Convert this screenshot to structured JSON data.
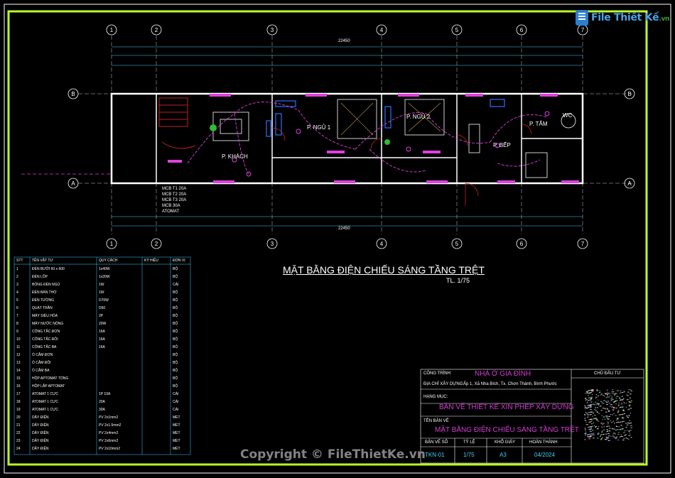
{
  "logo": {
    "name": "File Thiết Kế",
    "suffix": ".vn"
  },
  "copyright": "Copyright © FileThietKe.vn",
  "drawing": {
    "title": "MẶT BẰNG ĐIỆN CHIẾU SÁNG TẦNG TRỆT",
    "scale": "TL. 1/75",
    "grid_top": [
      "1",
      "2",
      "3",
      "4",
      "5",
      "6",
      "7"
    ],
    "grid_side": [
      "A",
      "B"
    ],
    "rooms": [
      "P. KHÁCH",
      "P. NGỦ 1",
      "P. NGỦ 2",
      "P. BẾP",
      "P. TẮM",
      "WC"
    ],
    "dims_total": "22450",
    "panel_labels": [
      "MCB T1 20A",
      "MCB T2 20A",
      "MCB T3 20A",
      "MCB 30A",
      "ATOMAT"
    ]
  },
  "legend": {
    "headers": [
      "STT",
      "TÊN VẬT TƯ",
      "QUY CÁCH",
      "KÝ HIỆU",
      "ĐƠN VỊ"
    ],
    "rows": [
      [
        "1",
        "ĐÈN BƯỚI 60 x 600",
        "1x40W",
        "",
        "BỘ"
      ],
      [
        "2",
        "ĐÈN LỐP",
        "1x20W",
        "",
        "BỘ"
      ],
      [
        "3",
        "BÓNG ĐÈN NGỦ",
        "1W",
        "",
        "CÁI"
      ],
      [
        "4",
        "ĐÈN BÁN THỜ",
        "1W",
        "",
        "BỘ"
      ],
      [
        "5",
        "ĐÈN TƯỜNG",
        "D70W",
        "",
        "BỘ"
      ],
      [
        "6",
        "QUẠT TRẦN",
        "D60",
        "",
        "BỘ"
      ],
      [
        "7",
        "MÁY SIỂU HỎA",
        "2P",
        "",
        "BỘ"
      ],
      [
        "8",
        "MÁY NƯỚC NÓNG",
        "20W",
        "",
        "BỘ"
      ],
      [
        "9",
        "CÔNG TẮC ĐƠN",
        "16A",
        "",
        "BỘ"
      ],
      [
        "10",
        "CÔNG TẮC ĐÔI",
        "16A",
        "",
        "BỘ"
      ],
      [
        "11",
        "CÔNG TẮC BA",
        "16A",
        "",
        "BỘ"
      ],
      [
        "12",
        "Ổ CẮM ĐƠN",
        "",
        "",
        "BỘ"
      ],
      [
        "13",
        "Ổ CẮM ĐÔI",
        "",
        "",
        "BỘ"
      ],
      [
        "14",
        "Ổ CẮM BA",
        "",
        "",
        "BỘ"
      ],
      [
        "15",
        "HỘP APTOMAT TỔNG",
        "",
        "",
        "BỘ"
      ],
      [
        "16",
        "HỘP LẮP APTOMAT",
        "",
        "",
        "BỘ"
      ],
      [
        "17",
        "ATOMAT 1 CỰC",
        "1P 10A",
        "",
        "CÁI"
      ],
      [
        "18",
        "ATOMAT 1 CỰC",
        "20A",
        "",
        "CÁI"
      ],
      [
        "19",
        "ATOMAT 1 CỰC",
        "30A",
        "",
        "CÁI"
      ],
      [
        "20",
        "DÂY ĐIỆN",
        "PV 2x1mm2",
        "",
        "MÉT"
      ],
      [
        "21",
        "DÂY ĐIỆN",
        "PV 2x1.5mm2",
        "",
        "MÉT"
      ],
      [
        "22",
        "DÂY ĐIỆN",
        "PV 2x4mm2",
        "",
        "MÉT"
      ],
      [
        "23",
        "DÂY ĐIỆN",
        "PV 2x6mm2",
        "",
        "MÉT"
      ],
      [
        "24",
        "DÂY ĐIỆN",
        "PV 2x10mm2",
        "",
        "MÉT"
      ]
    ]
  },
  "titleblock": {
    "project_label": "CÔNG TRÌNH:",
    "project": "NHÀ Ở GIA ĐÌNH",
    "address_label": "ĐỊA CHỈ XÂY DỰNG:",
    "address": "Ấp 1, Xã Nha Bích, Tx. Chơn Thành, Bình Phước",
    "category_label": "HẠNG MỤC:",
    "category": "BẢN VẼ THIẾT KẾ XIN PHÉP XÂY DỰNG",
    "sheet_label": "TÊN BẢN VẼ",
    "sheet": "MẶT BẰNG ĐIỆN CHIẾU SÁNG TẦNG TRỆT",
    "cols": [
      "BẢN VẼ SỐ",
      "TỶ LỆ",
      "KHỔ GIẤY",
      "HOÀN THÀNH"
    ],
    "vals": [
      "TKN-01",
      "1/75",
      "A3",
      "04/2024"
    ],
    "owner_label": "CHỦ ĐẦU TƯ"
  }
}
